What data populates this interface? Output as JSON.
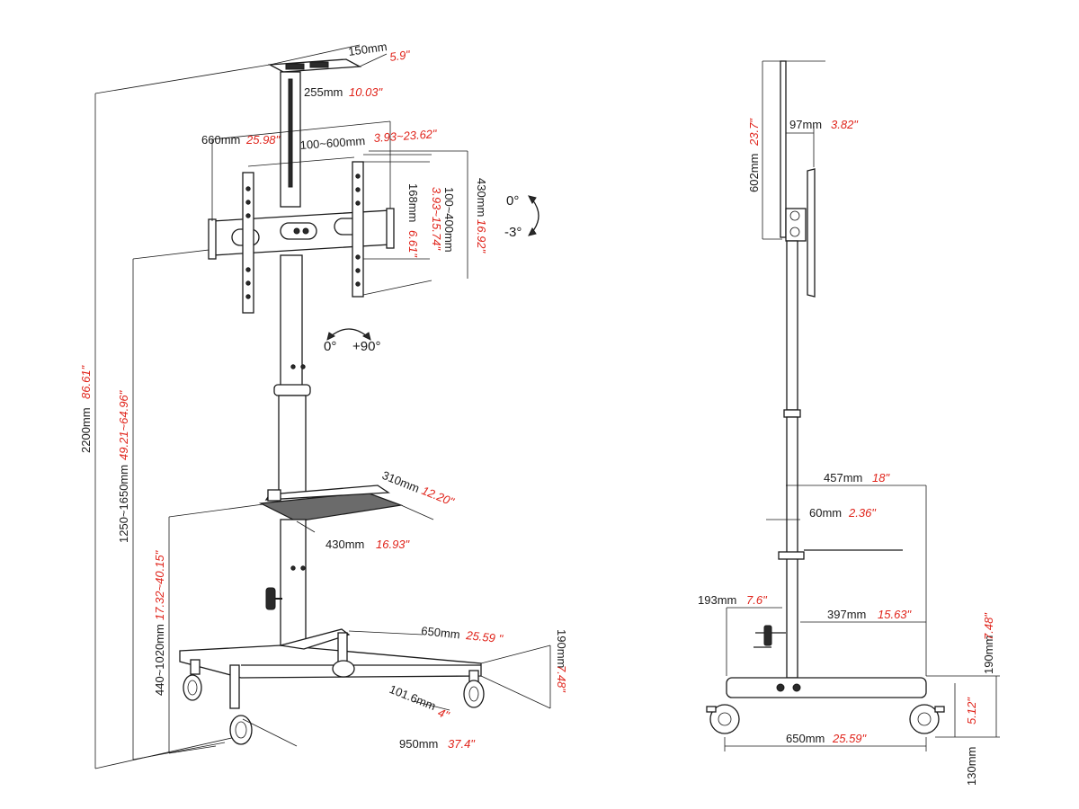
{
  "left_view": {
    "top_clamp_width": {
      "mm": "150mm",
      "inch": "5.9\""
    },
    "column_height": {
      "mm": "255mm",
      "inch": "10.03\""
    },
    "rail_width": {
      "mm": "660mm",
      "inch": "25.98\""
    },
    "vesa_horizontal": {
      "mm": "100~600mm",
      "inch": "3.93~23.62\""
    },
    "bracket_height": {
      "mm": "168mm",
      "inch": "6.61\""
    },
    "vesa_vertical": {
      "mm": "100~400mm",
      "inch": "3.93~15.74\""
    },
    "bracket_total": {
      "mm": "430mm",
      "inch": "16.92\""
    },
    "tilt": {
      "top": "0°",
      "bottom": "-3°"
    },
    "rotate": {
      "left": "0°",
      "right": "+90°"
    },
    "overall_height": {
      "mm": "2200mm",
      "inch": "86.61\""
    },
    "mount_height": {
      "mm": "1250~1650mm",
      "inch": "49.21~64.96\""
    },
    "shelf_height": {
      "mm": "440~1020mm",
      "inch": "17.32~40.15\""
    },
    "shelf_depth": {
      "mm": "310mm",
      "inch": "12.20\""
    },
    "shelf_width": {
      "mm": "430mm",
      "inch": "16.93\""
    },
    "base_depth": {
      "mm": "650mm",
      "inch": "25.59 \""
    },
    "base_height": {
      "mm": "190mm",
      "inch": "7.48\""
    },
    "caster": {
      "mm": "101.6mm",
      "inch": "4\""
    },
    "base_width": {
      "mm": "950mm",
      "inch": "37.4\""
    }
  },
  "right_view": {
    "panel_height": {
      "mm": "602mm",
      "inch": "23.7\""
    },
    "panel_offset": {
      "mm": "97mm",
      "inch": "3.82\""
    },
    "shelf_reach": {
      "mm": "457mm",
      "inch": "18\""
    },
    "clamp_depth": {
      "mm": "60mm",
      "inch": "2.36\""
    },
    "handle_offset": {
      "mm": "193mm",
      "inch": "7.6\""
    },
    "shelf_tray": {
      "mm": "397mm",
      "inch": "15.63\""
    },
    "crank_height": {
      "mm": "190mm",
      "inch": "7.48\""
    },
    "wheel_height": {
      "mm": "130mm",
      "inch": "5.12\""
    },
    "base_length": {
      "mm": "650mm",
      "inch": "25.59\""
    }
  }
}
